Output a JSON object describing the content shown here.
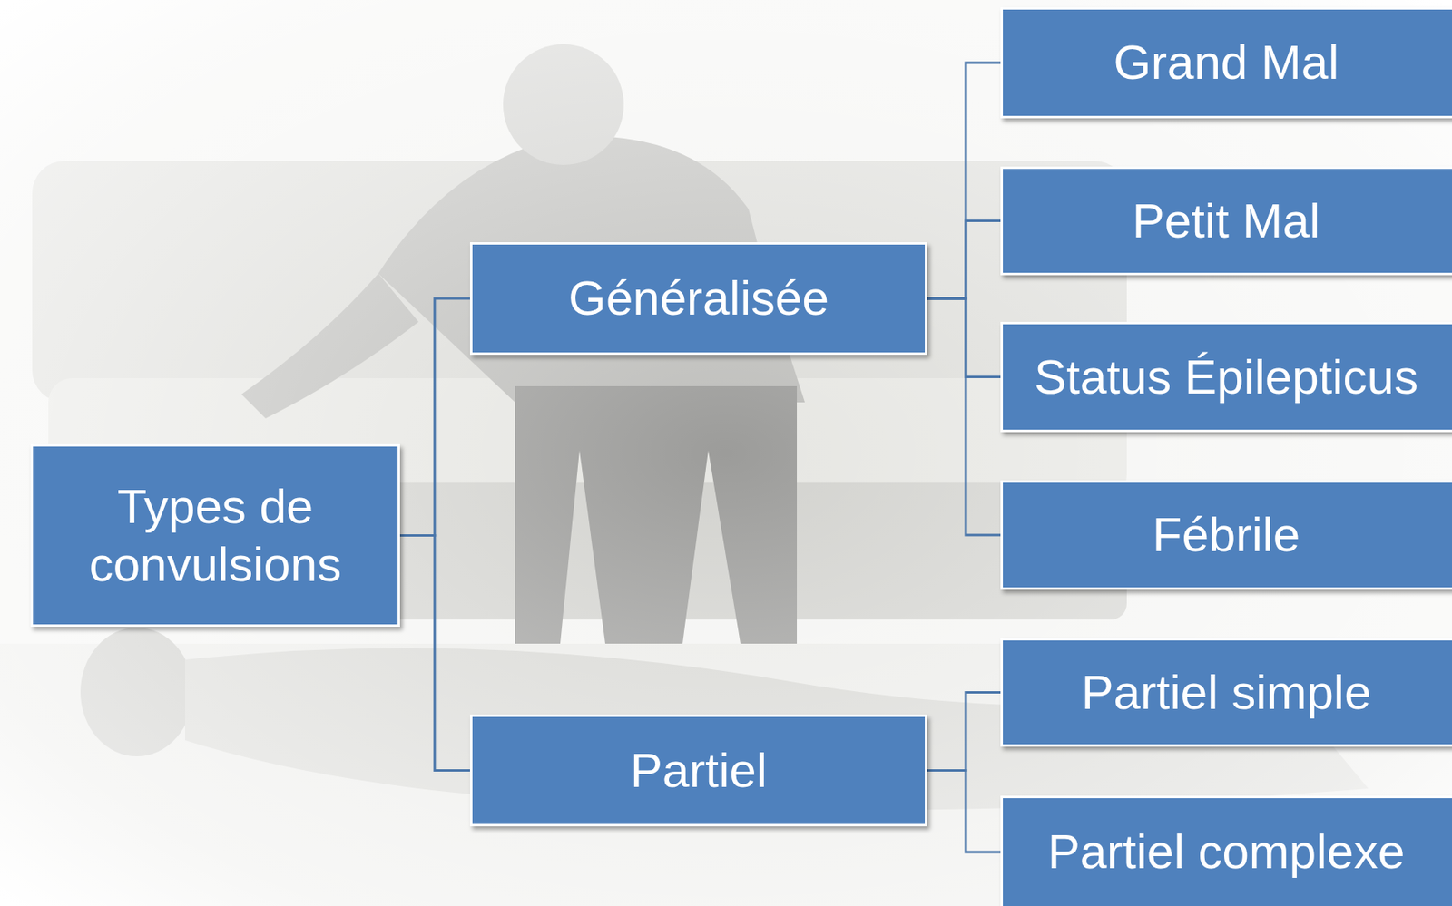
{
  "diagram": {
    "nodes": [
      {
        "text": [
          "Types de convulsions"
        ]
      },
      {
        "text": [
          "Généralisée"
        ]
      },
      {
        "text": [
          "Partiel"
        ]
      },
      {
        "text": [
          "Grand Mal"
        ]
      },
      {
        "text": [
          "Petit Mal"
        ]
      },
      {
        "text": [
          "Status Épilepticus"
        ]
      },
      {
        "text": [
          "Fébrile"
        ]
      },
      {
        "text": [
          "Partiel simple"
        ]
      },
      {
        "text": [
          "Partiel complexe"
        ]
      }
    ],
    "edges": [
      {
        "from": 0,
        "to": 1,
        "arrow": "none"
      },
      {
        "from": 0,
        "to": 2,
        "arrow": "none"
      },
      {
        "from": 1,
        "to": 3,
        "arrow": "none"
      },
      {
        "from": 1,
        "to": 4,
        "arrow": "none"
      },
      {
        "from": 1,
        "to": 5,
        "arrow": "none"
      },
      {
        "from": 1,
        "to": 6,
        "arrow": "none"
      },
      {
        "from": 2,
        "to": 7,
        "arrow": "none"
      },
      {
        "from": 2,
        "to": 8,
        "arrow": "none"
      }
    ]
  }
}
